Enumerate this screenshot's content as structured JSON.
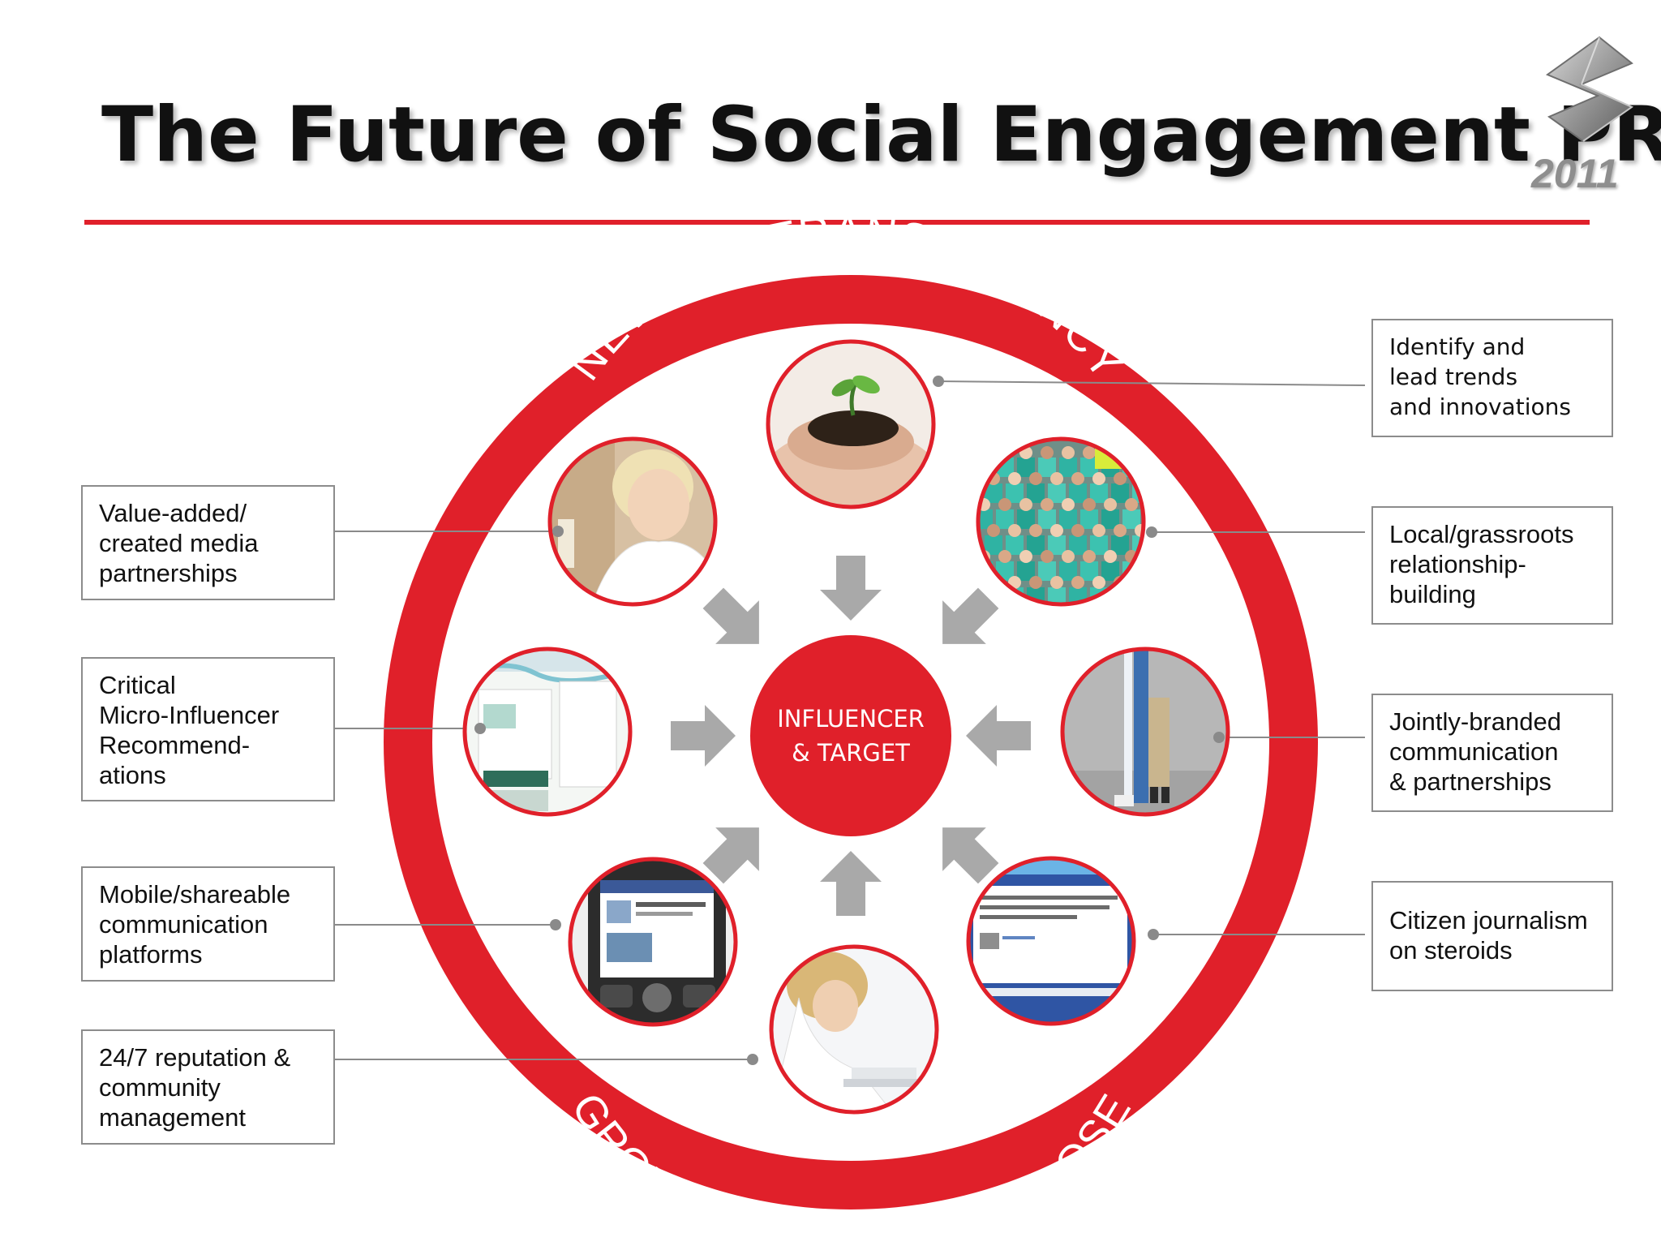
{
  "title": "The Future of Social Engagement PR",
  "logo": {
    "year": "2011",
    "colors": {
      "emblem": "#9a9a9a",
      "emblem_dark": "#6e6e6e"
    }
  },
  "ring": {
    "top_text": "NEW ERA TRANSPARENCY",
    "bottom_text": "GROUNDED & WITH PURPOSE",
    "center_line1": "INFLUENCER",
    "center_line2": "& TARGET"
  },
  "colors": {
    "accent": "#e0202a",
    "arrow": "#a9a9a9",
    "connector": "#8a8a8a",
    "box_border": "#8c8c8c"
  },
  "photos": [
    {
      "name": "hands-seedling-photo"
    },
    {
      "name": "crowd-teal-shirts-photo"
    },
    {
      "name": "jointly-branded-display-photo"
    },
    {
      "name": "blog-post-screenshot-photo"
    },
    {
      "name": "woman-at-laptop-photo"
    },
    {
      "name": "smartphone-facebook-photo"
    },
    {
      "name": "website-screenshot-photo"
    },
    {
      "name": "talk-show-host-photo"
    }
  ],
  "labels": {
    "left": [
      {
        "id": "media-partnerships",
        "lines": [
          "Value-added/",
          "created media",
          "partnerships"
        ]
      },
      {
        "id": "micro-influencer",
        "lines": [
          "Critical",
          "Micro-Influencer",
          "Recommend-",
          "ations"
        ]
      },
      {
        "id": "mobile-platforms",
        "lines": [
          "Mobile/shareable",
          "communication",
          "platforms"
        ]
      },
      {
        "id": "reputation-management",
        "lines": [
          "24/7 reputation &",
          "community",
          "management"
        ]
      }
    ],
    "right": [
      {
        "id": "trends-innovations",
        "lines": [
          "Identify and",
          "lead trends",
          "and innovations"
        ]
      },
      {
        "id": "grassroots",
        "lines": [
          "Local/grassroots",
          "relationship-",
          "building"
        ]
      },
      {
        "id": "jointly-branded",
        "lines": [
          "Jointly-branded",
          "communication",
          "& partnerships"
        ]
      },
      {
        "id": "citizen-journalism",
        "lines": [
          "Citizen journalism",
          "on steroids"
        ]
      }
    ]
  }
}
